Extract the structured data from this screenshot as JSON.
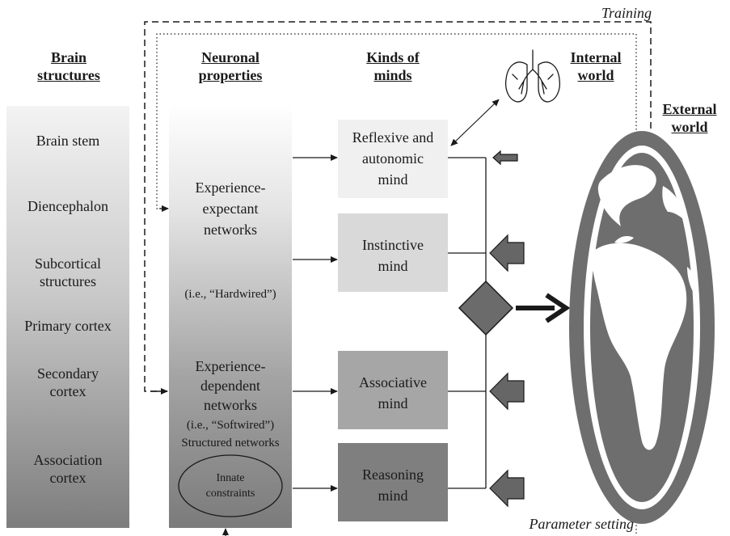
{
  "labels": {
    "training": "Training",
    "parameter_setting": "Parameter setting"
  },
  "headers": {
    "brain_structures": [
      "Brain",
      "structures"
    ],
    "neuronal_properties": [
      "Neuronal",
      "properties"
    ],
    "kinds_of_minds": [
      "Kinds of",
      "minds"
    ],
    "internal_world": [
      "Internal",
      "world"
    ],
    "external_world": [
      "External",
      "world"
    ]
  },
  "brain_structures": {
    "brain_stem": "Brain stem",
    "diencephalon": "Diencephalon",
    "subcortical": [
      "Subcortical",
      "structures"
    ],
    "primary_cortex": "Primary cortex",
    "secondary_cortex": [
      "Secondary",
      "cortex"
    ],
    "association_cortex": [
      "Association",
      "cortex"
    ]
  },
  "neuronal_properties": {
    "expectant": [
      "Experience-",
      "expectant",
      "networks"
    ],
    "hardwired": "(i.e., “Hardwired”)",
    "dependent": [
      "Experience-",
      "dependent",
      "networks"
    ],
    "softwired": "(i.e., “Softwired”)",
    "structured": "Structured networks",
    "innate": [
      "Innate",
      "constraints"
    ]
  },
  "minds": {
    "reflexive": [
      "Reflexive and",
      "autonomic",
      "mind"
    ],
    "instinctive": [
      "Instinctive",
      "mind"
    ],
    "associative": [
      "Associative",
      "mind"
    ],
    "reasoning": [
      "Reasoning",
      "mind"
    ]
  },
  "colors": {
    "reflexive_box": "#f0f0f0",
    "instinctive_box": "#d9d9d9",
    "associative_box": "#a6a6a6",
    "reasoning_box": "#7f7f7f",
    "arrow_fill": "#666666",
    "diamond_fill": "#6b6b6b",
    "globe_fill": "#6e6e6e"
  },
  "icons": [
    "lungs-icon",
    "globe-icon",
    "diamond-icon"
  ]
}
